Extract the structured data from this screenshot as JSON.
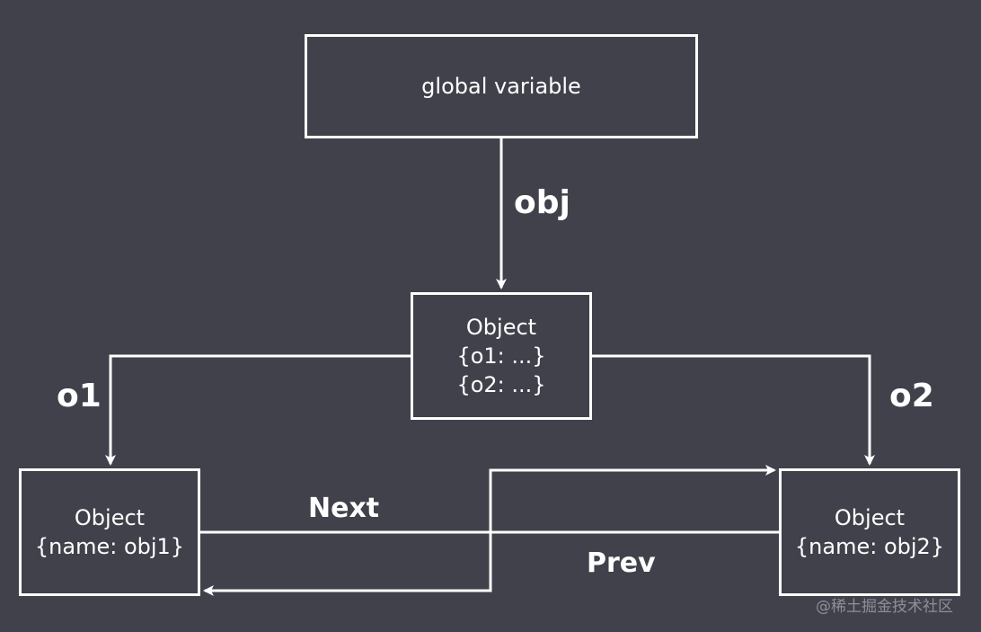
{
  "colors": {
    "background": "#41414b",
    "stroke": "#ffffff",
    "text": "#ffffff",
    "watermark": "#8f8f98"
  },
  "nodes": {
    "global": {
      "lines": [
        "global variable"
      ]
    },
    "root": {
      "lines": [
        "Object",
        "{o1:  ...}",
        "{o2:  ...}"
      ]
    },
    "obj1": {
      "lines": [
        "Object",
        "{name: obj1}"
      ]
    },
    "obj2": {
      "lines": [
        "Object",
        "{name: obj2}"
      ]
    }
  },
  "edges": {
    "obj": {
      "label": "obj"
    },
    "o1": {
      "label": "o1"
    },
    "o2": {
      "label": "o2"
    },
    "next": {
      "label": "Next"
    },
    "prev": {
      "label": "Prev"
    }
  },
  "watermark": "@稀土掘金技术社区"
}
